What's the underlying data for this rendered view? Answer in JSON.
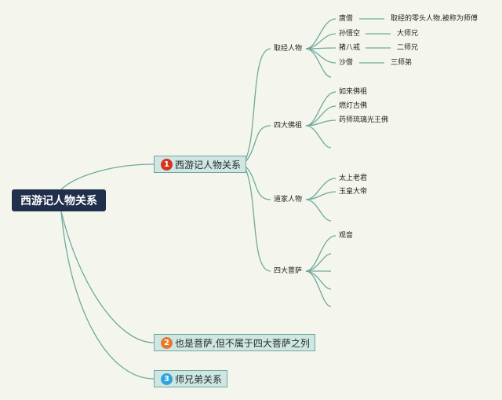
{
  "root": {
    "title": "西游记人物关系"
  },
  "branches": [
    {
      "num": "1",
      "label": "西游记人物关系",
      "color": "#d7321e"
    },
    {
      "num": "2",
      "label": "也是菩萨,但不属于四大菩萨之列",
      "color": "#e8772e"
    },
    {
      "num": "3",
      "label": "师兄弟关系",
      "color": "#2fa3e0"
    }
  ],
  "groups": [
    {
      "label": "取经人物",
      "children": [
        "唐僧",
        "孙悟空",
        "猪八戒",
        "沙僧"
      ]
    },
    {
      "label": "四大佛祖",
      "children": [
        "如来佛祖",
        "燃灯古佛",
        "药师琉璃光王佛",
        ""
      ]
    },
    {
      "label": "道家人物",
      "children": [
        "太上老君",
        "玉皇大帝",
        ""
      ]
    },
    {
      "label": "四大菩萨",
      "children": [
        "观音",
        "",
        "",
        "",
        ""
      ]
    }
  ],
  "notes": [
    "取经的零头人物,被称为师傅",
    "大师兄",
    "二师兄",
    "三师弟"
  ],
  "colors": {
    "line": "#6fa99b",
    "root_bg": "#1f2f4c",
    "branch_bg": "#cfe6e3"
  }
}
